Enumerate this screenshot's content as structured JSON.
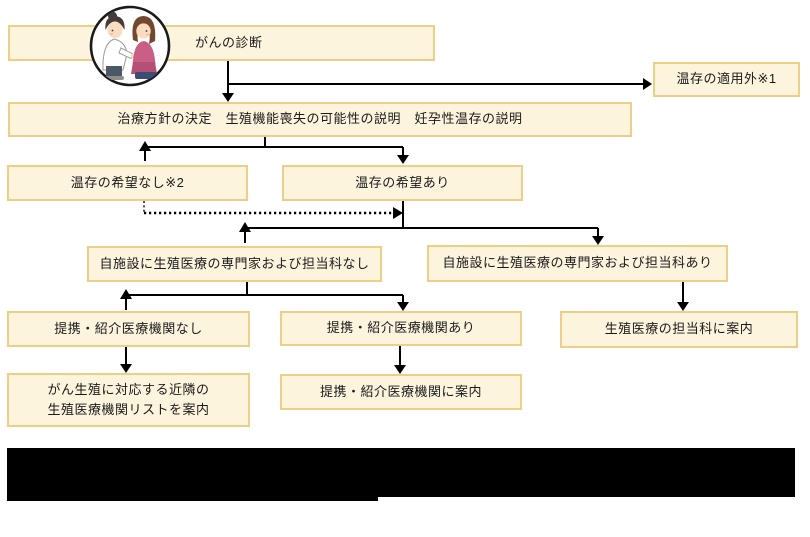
{
  "diagram": {
    "kind": "flowchart",
    "language": "ja",
    "nodes": {
      "cancer_diagnosis": "がんの診断",
      "exclusion": "温存の適用外※1",
      "treatment_policy": "治療方針の決定　生殖機能喪失の可能性の説明　妊孕性温存の説明",
      "no_wish": "温存の希望なし※2",
      "wish": "温存の希望あり",
      "no_specialist": "自施設に生殖医療の専門家および担当科なし",
      "specialist": "自施設に生殖医療の専門家および担当科あり",
      "no_partner": "提携・紹介医療機関なし",
      "partner": "提携・紹介医療機関あり",
      "reproductive_dept": "生殖医療の担当科に案内",
      "list_guide_line1": "がん生殖に対応する近隣の",
      "list_guide_line2": "生殖医療機関リストを案内",
      "partner_guide": "提携・紹介医療機関に案内"
    },
    "edges": [
      {
        "from": "cancer_diagnosis",
        "to": "treatment_policy",
        "style": "solid-arrow-down"
      },
      {
        "from": "cancer_diagnosis",
        "to": "exclusion",
        "style": "solid-arrow-right"
      },
      {
        "from": "treatment_policy",
        "to": "no_wish",
        "style": "solid-arrow-up-head"
      },
      {
        "from": "treatment_policy",
        "to": "wish",
        "style": "solid-arrow-down"
      },
      {
        "from": "no_wish",
        "to": "wish",
        "style": "dotted-arrow-right"
      },
      {
        "from": "wish",
        "to": "no_specialist",
        "style": "solid-arrow-up-head"
      },
      {
        "from": "wish",
        "to": "specialist",
        "style": "solid-arrow-down"
      },
      {
        "from": "no_specialist",
        "to": "no_partner",
        "style": "solid-arrow-up-head"
      },
      {
        "from": "no_specialist",
        "to": "partner",
        "style": "solid-arrow-down"
      },
      {
        "from": "specialist",
        "to": "reproductive_dept",
        "style": "solid-arrow-down"
      },
      {
        "from": "no_partner",
        "to": "list_guide",
        "style": "solid-arrow-down"
      },
      {
        "from": "partner",
        "to": "partner_guide",
        "style": "solid-arrow-down"
      }
    ],
    "illustration": "doctor-consulting-patient",
    "redacted_blocks": [
      "footnote-bar-left",
      "footnote-bar-right"
    ],
    "colors": {
      "node_fill": "#fcf4dc",
      "node_border": "#eecf87",
      "connector": "#000000",
      "redaction": "#000000",
      "background": "#ffffff"
    }
  }
}
